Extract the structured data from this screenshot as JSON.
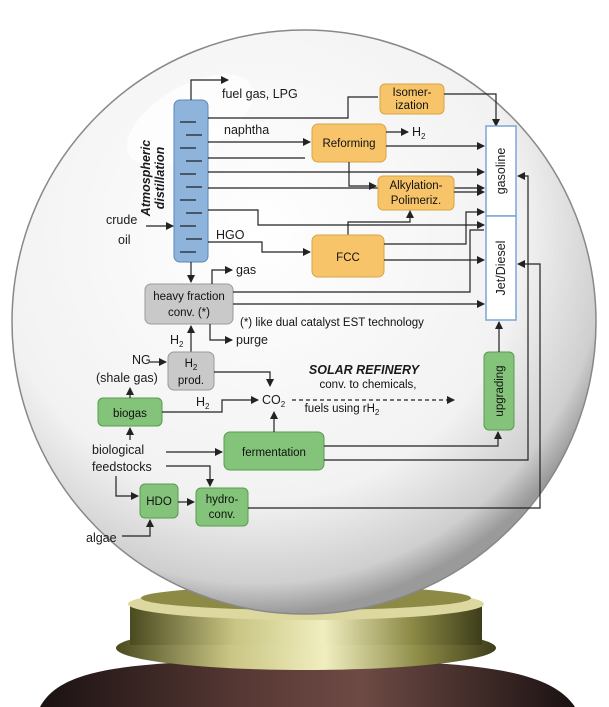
{
  "labels": {
    "atmospheric_1": "Atmospheric",
    "atmospheric_2": "distillation",
    "fuel_gas": "fuel gas, LPG",
    "naphtha": "naphtha",
    "crude": "crude",
    "oil": "oil",
    "hgo": "HGO",
    "gas": "gas",
    "purge": "purge",
    "note": "(*)  like dual catalyst EST technology",
    "ng": "NG",
    "shale_gas": "(shale gas)",
    "biological": "biological",
    "feedstocks": "feedstocks",
    "algae": "algae",
    "h2_top": "H",
    "h2_top_sub": "2",
    "h2_a": "H",
    "h2_a_sub": "2",
    "h2_b": "H",
    "h2_b_sub": "2",
    "co2": "CO",
    "co2_sub": "2",
    "solar_title": "SOLAR REFINERY",
    "solar_line2": "conv. to chemicals,",
    "solar_line3": "fuels using rH",
    "solar_line3_sub": "2"
  },
  "boxes": {
    "isomerization_1": "Isomer-",
    "isomerization_2": "ization",
    "reforming": "Reforming",
    "alkylation_1": "Alkylation-",
    "alkylation_2": "Polimeriz.",
    "fcc": "FCC",
    "gasoline": "gasoline",
    "jet_diesel": "Jet/Diesel",
    "heavy_1": "heavy fraction",
    "heavy_2": "conv. (*)",
    "h2prod_1": "H",
    "h2prod_1_sub": "2",
    "h2prod_2": "prod.",
    "biogas": "biogas",
    "fermentation": "fermentation",
    "upgrading": "upgrading",
    "hdo": "HDO",
    "hydroconv_1": "hydro-",
    "hydroconv_2": "conv."
  },
  "colors": {
    "orange": "#f7c46a",
    "blue_column": "#8fb4dc",
    "green": "#84c47a",
    "gray": "#c9c9c9",
    "product_border": "#7aa6d6"
  }
}
